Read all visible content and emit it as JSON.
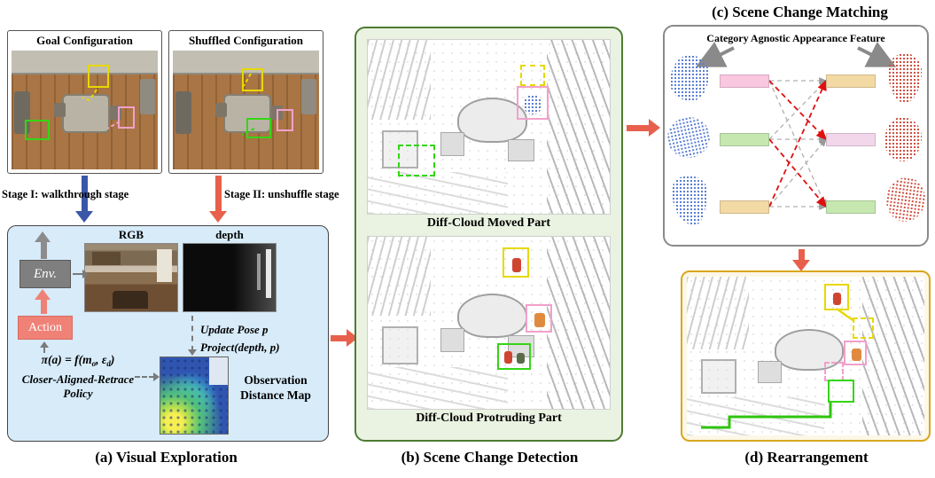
{
  "panel_a": {
    "caption": "(a) Visual Exploration",
    "goal_title": "Goal Configuration",
    "shuffled_title": "Shuffled Configuration",
    "stage1": "Stage I: walkthrough stage",
    "stage2": "Stage II: unshuffle stage",
    "rgb": "RGB",
    "depth": "depth",
    "env": "Env.",
    "action": "Action",
    "update1": "Update Pose  p",
    "update2": "Project(depth, p)",
    "formula_pre": "π(a) = f(m",
    "formula_sub1": "o",
    "formula_mid": ", ε",
    "formula_sub2": "d",
    "formula_post": ")",
    "policy1": "Closer-Aligned-Retrace",
    "policy2": "Policy",
    "obsmap1": "Observation",
    "obsmap2": "Distance Map"
  },
  "panel_b": {
    "caption": "(b) Scene Change Detection",
    "top_label": "Diff-Cloud Moved Part",
    "bottom_label": "Diff-Cloud Protruding Part"
  },
  "panel_c": {
    "caption": "(c) Scene Change Matching",
    "title": "Category Agnostic Appearance Feature"
  },
  "panel_d": {
    "caption": "(d) Rearrangement"
  },
  "colors": {
    "flow_arrow": "#e8604c",
    "walkthrough_arrow": "#3a57a7",
    "panel_a_bg": "#d7ebf9",
    "panel_b_bg": "#eaf3e1",
    "panel_b_border": "#4e7b32",
    "panel_d_border": "#d9a61f",
    "bbox_yellow": "#e8d800",
    "bbox_pink": "#f2a0cc",
    "bbox_green": "#35d515"
  }
}
